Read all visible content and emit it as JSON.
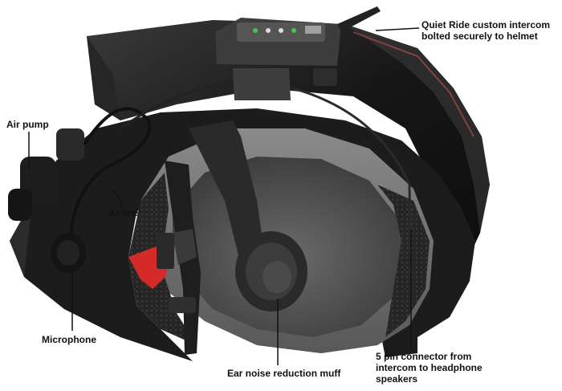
{
  "image": {
    "subject": "helmet-intercom-photo"
  },
  "labels": {
    "intercom": {
      "line1": "Quiet Ride custom intercom",
      "line2": "bolted securely to helmet"
    },
    "air_pump": "Air pump",
    "airline": "Airline",
    "microphone": "Microphone",
    "ear_muff": "Ear noise reduction muff",
    "connector": {
      "line1": "5 pin connector from",
      "line2": "intercom to headphone",
      "line3": "speakers"
    }
  },
  "colors": {
    "background": "#ffffff",
    "helmet_shell": "#1a1a1a",
    "padding_gray": "#6f6f6f",
    "leather_black": "#232323",
    "buckle_red": "#d42a2a",
    "label_text": "#111111"
  }
}
